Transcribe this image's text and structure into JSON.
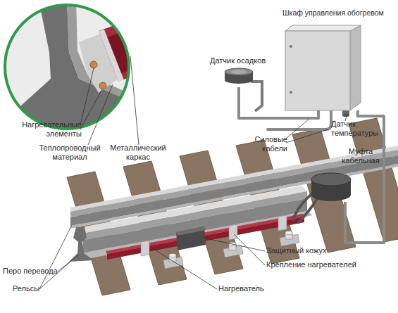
{
  "diagram": {
    "nodes": [
      {
        "text": [
          "Шкаф управления обогревом"
        ]
      },
      {
        "text": [
          "Датчик осадков"
        ]
      },
      {
        "text": [
          "Муфта кабельная"
        ]
      }
    ],
    "edges": [
      {
        "from": 1,
        "to": 0,
        "arrow": "none"
      },
      {
        "from": 0,
        "to": 2,
        "arrow": "none"
      }
    ],
    "labels": [
      "Датчик температуры",
      "Силовые кабели",
      "Защитный кожух",
      "Крепление нагревателей",
      "Нагреватель",
      "Перо перевода",
      "Рельсы",
      "Нагревательные элементы",
      "Теплопроводный материал",
      "Металлический каркас"
    ]
  }
}
